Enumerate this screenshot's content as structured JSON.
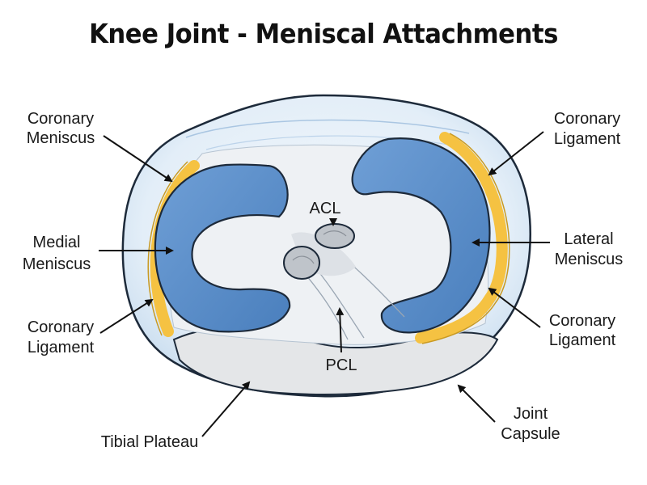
{
  "title": "Knee Joint - Meniscal Attachments",
  "labels": {
    "coronary_meniscus_l1": "Coronary",
    "coronary_meniscus_l2": "Meniscus",
    "medial_meniscus_l1": "Medial",
    "medial_meniscus_l2": "Meniscus",
    "coronary_ligament_left_l1": "Coronary",
    "coronary_ligament_left_l2": "Ligament",
    "tibial_plateau": "Tibial Plateau",
    "coronary_ligament_right_top_l1": "Coronary",
    "coronary_ligament_right_top_l2": "Ligament",
    "lateral_meniscus_l1": "Lateral",
    "lateral_meniscus_l2": "Meniscus",
    "coronary_ligament_right_bottom_l1": "Coronary",
    "coronary_ligament_right_bottom_l2": "Ligament",
    "joint_capsule_l1": "Joint",
    "joint_capsule_l2": "Capsule",
    "acl": "ACL",
    "pcl": "PCL"
  },
  "colors": {
    "meniscus": "#5b8fcc",
    "meniscus_dark": "#3f6fa8",
    "ligament": "#f5c242",
    "capsule": "#dbe9f5",
    "plateau": "#e8eaec",
    "outline": "#1d2a3a"
  }
}
